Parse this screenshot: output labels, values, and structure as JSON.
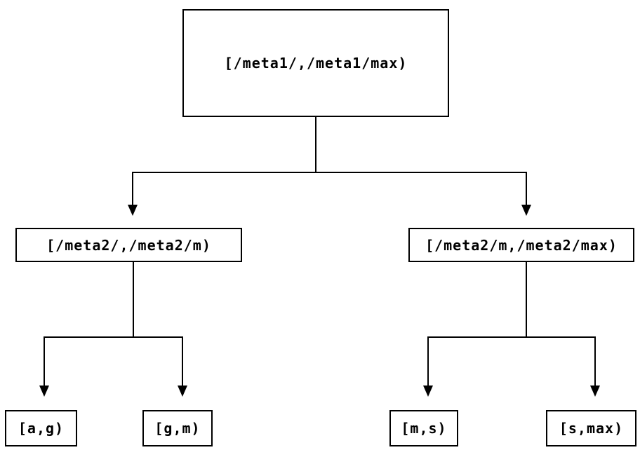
{
  "diagram": {
    "type": "tree",
    "background_color": "#ffffff",
    "line_color": "#000000",
    "text_color": "#000000",
    "nodes": {
      "root": {
        "label": "[/meta1/,/meta1/max)"
      },
      "left": {
        "label": "[/meta2/,/meta2/m)"
      },
      "right": {
        "label": "[/meta2/m,/meta2/max)"
      },
      "leaf_ag": {
        "label": "[a,g)"
      },
      "leaf_gm": {
        "label": "[g,m)"
      },
      "leaf_ms": {
        "label": "[m,s)"
      },
      "leaf_smax": {
        "label": "[s,max)"
      }
    },
    "edges": [
      {
        "from": "root",
        "to": "left"
      },
      {
        "from": "root",
        "to": "right"
      },
      {
        "from": "left",
        "to": "leaf_ag"
      },
      {
        "from": "left",
        "to": "leaf_gm"
      },
      {
        "from": "right",
        "to": "leaf_ms"
      },
      {
        "from": "right",
        "to": "leaf_smax"
      }
    ]
  }
}
